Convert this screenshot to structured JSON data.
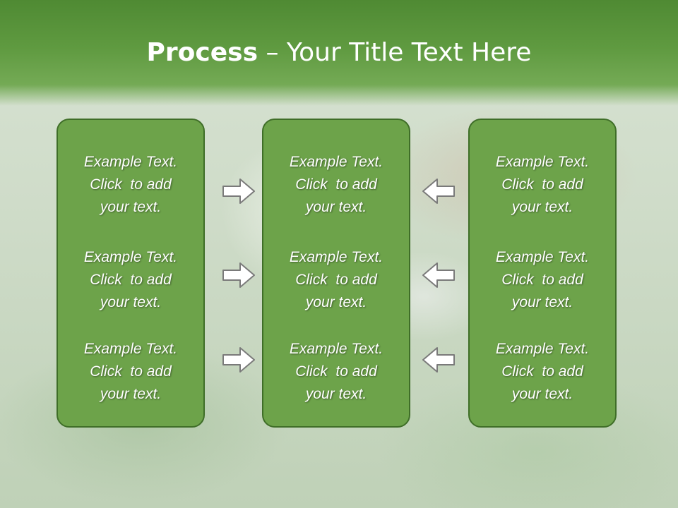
{
  "slide": {
    "title_bold": "Process",
    "title_rest": " – Your Title Text Here"
  },
  "columns": [
    {
      "items": [
        {
          "line1": "Example Text.",
          "line2": "Click  to add",
          "line3": "your text."
        },
        {
          "line1": "Example Text.",
          "line2": "Click  to add",
          "line3": "your text."
        },
        {
          "line1": "Example Text.",
          "line2": "Click  to add",
          "line3": "your text."
        }
      ]
    },
    {
      "items": [
        {
          "line1": "Example Text.",
          "line2": "Click  to add",
          "line3": "your text."
        },
        {
          "line1": "Example Text.",
          "line2": "Click  to add",
          "line3": "your text."
        },
        {
          "line1": "Example Text.",
          "line2": "Click  to add",
          "line3": "your text."
        }
      ]
    },
    {
      "items": [
        {
          "line1": "Example Text.",
          "line2": "Click  to add",
          "line3": "your text."
        },
        {
          "line1": "Example Text.",
          "line2": "Click  to add",
          "line3": "your text."
        },
        {
          "line1": "Example Text.",
          "line2": "Click  to add",
          "line3": "your text."
        }
      ]
    }
  ],
  "icons": {
    "left_arrows": "arrow-right-icon",
    "right_arrows": "arrow-left-icon"
  },
  "colors": {
    "box_fill": "#6da34a",
    "box_border": "#3f6e28",
    "header": "#5f9a40",
    "arrow_fill": "#ffffff",
    "arrow_stroke": "#7a7a7a"
  }
}
